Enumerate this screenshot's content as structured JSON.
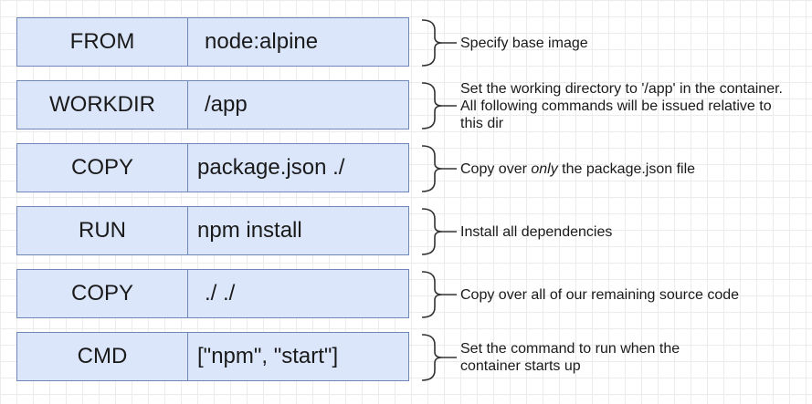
{
  "rows": [
    {
      "command": "FROM",
      "argument": "node:alpine",
      "description": {
        "before": "Specify base image",
        "emphasis": "",
        "after": ""
      }
    },
    {
      "command": "WORKDIR",
      "argument": "/app",
      "description": {
        "before": "Set the working directory to '/app' in the container.  All following commands will be issued relative to this dir",
        "emphasis": "",
        "after": ""
      }
    },
    {
      "command": "COPY",
      "argument": "package.json ./",
      "description": {
        "before": "Copy over ",
        "emphasis": "only",
        "after": " the package.json file"
      }
    },
    {
      "command": "RUN",
      "argument": "npm install",
      "description": {
        "before": "Install all dependencies",
        "emphasis": "",
        "after": ""
      }
    },
    {
      "command": "COPY",
      "argument": "./ ./",
      "description": {
        "before": "Copy over all of our remaining source code",
        "emphasis": "",
        "after": ""
      }
    },
    {
      "command": "CMD",
      "argument": "[\"npm\", \"start\"]",
      "description": {
        "before": "Set the command to run when the container starts up",
        "emphasis": "",
        "after": ""
      }
    }
  ]
}
